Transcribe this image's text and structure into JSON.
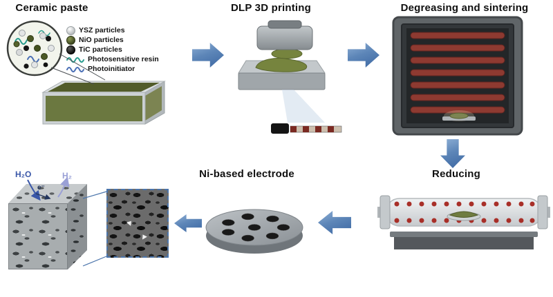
{
  "figure": {
    "stages": [
      {
        "id": "ceramic_paste",
        "title": "Ceramic paste"
      },
      {
        "id": "dlp_printing",
        "title": "DLP 3D printing"
      },
      {
        "id": "degreasing_sintering",
        "title": "Degreasing and sintering"
      },
      {
        "id": "reducing",
        "title": "Reducing"
      },
      {
        "id": "electrode",
        "title": "Ni-based electrode"
      }
    ],
    "legend": [
      {
        "label": "YSZ particles",
        "icon": "sphere-light-gray"
      },
      {
        "label": "NiO particles",
        "icon": "sphere-olive"
      },
      {
        "label": "TiC particles",
        "icon": "sphere-black"
      },
      {
        "label": "Photosensitive resin",
        "icon": "wave-teal"
      },
      {
        "label": "Photoinitiator",
        "icon": "wave-blue"
      }
    ],
    "annotations": {
      "water": "H₂O",
      "hydrogen": "H₂",
      "electron": "e⁻"
    },
    "colors": {
      "arrow_blue": "#4a74ab",
      "paste_green": "#6b7840",
      "resin_teal": "#2a9d8f",
      "initiator_blue": "#4a6fb5",
      "heater_red": "#8e3a31"
    }
  }
}
